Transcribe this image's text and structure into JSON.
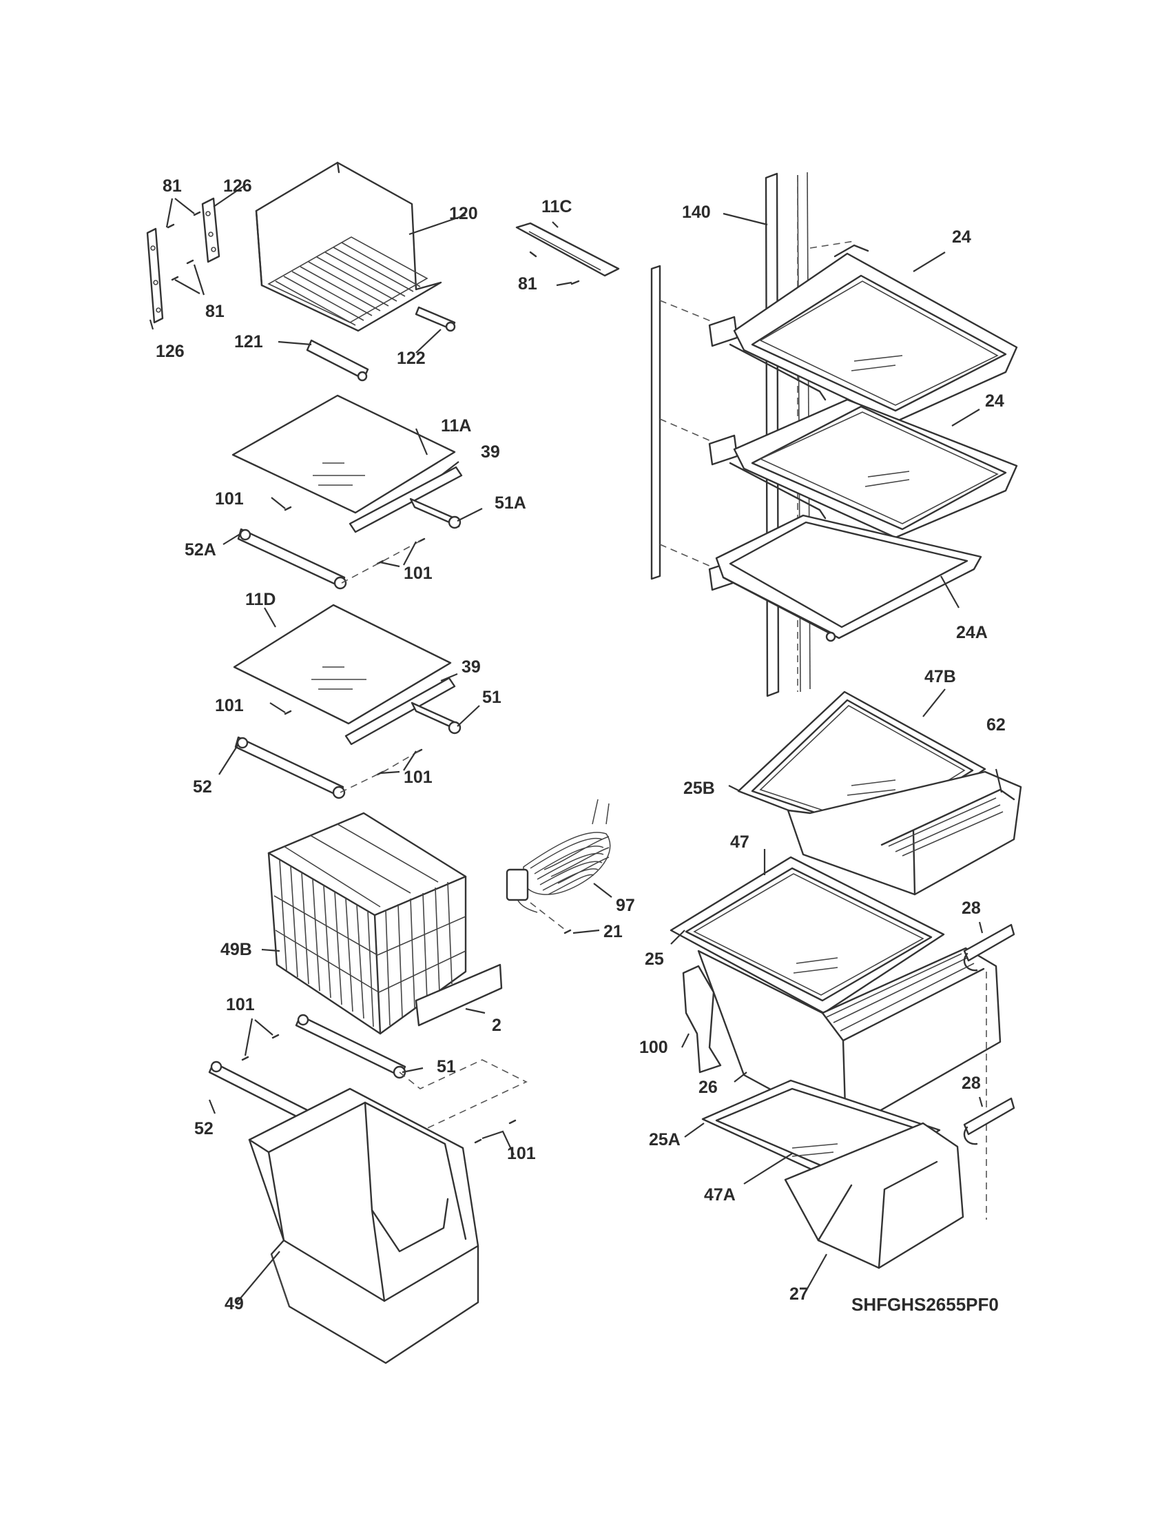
{
  "diagram_code": "SHFGHS2655PF0",
  "callouts": {
    "c81a": "81",
    "c126a": "126",
    "c120": "120",
    "c81b": "81",
    "c126b": "126",
    "c121": "121",
    "c122": "122",
    "c11c": "11C",
    "c81c": "81",
    "c140": "140",
    "c24a": "24",
    "c24b": "24",
    "c24A": "24A",
    "c11A": "11A",
    "c39a": "39",
    "c101a": "101",
    "c51A": "51A",
    "c52A": "52A",
    "c101b": "101",
    "c11D": "11D",
    "c39b": "39",
    "c101c": "101",
    "c51a": "51",
    "c52a": "52",
    "c101d": "101",
    "c47B": "47B",
    "c62": "62",
    "c25B": "25B",
    "c47": "47",
    "c97": "97",
    "c21": "21",
    "c28a": "28",
    "c25": "25",
    "c49B": "49B",
    "c2": "2",
    "c100": "100",
    "c26": "26",
    "c101e": "101",
    "c51b": "51",
    "c52b": "52",
    "c28b": "28",
    "c25A": "25A",
    "c101f": "101",
    "c47A": "47A",
    "c49": "49",
    "c27": "27"
  }
}
